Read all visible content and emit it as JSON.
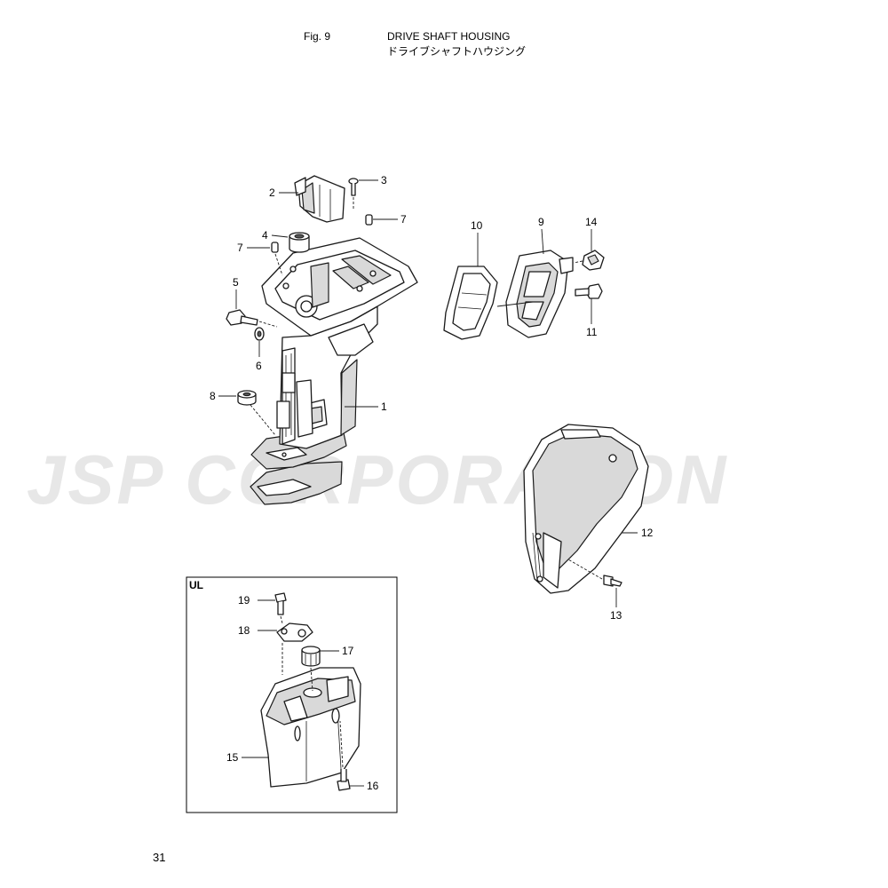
{
  "header": {
    "fig_label": "Fig. 9",
    "title_en": "DRIVE SHAFT HOUSING",
    "title_ja": "ドライブシャフトハウジング"
  },
  "watermark": "JSP CORPORATION",
  "inset": {
    "label": "UL"
  },
  "callouts": [
    "1",
    "2",
    "3",
    "4",
    "5",
    "6",
    "7",
    "7",
    "8",
    "9",
    "10",
    "11",
    "12",
    "13",
    "14",
    "15",
    "16",
    "17",
    "18",
    "19"
  ],
  "page_number": "31"
}
